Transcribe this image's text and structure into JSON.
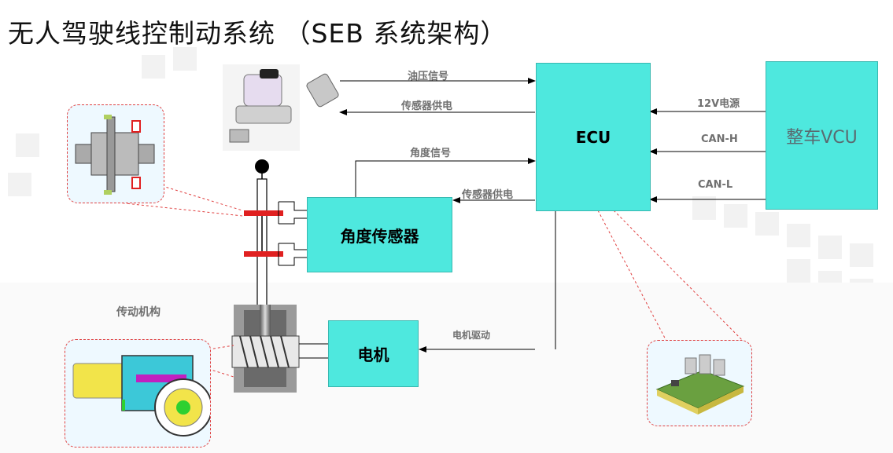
{
  "title": "无人驾驶线控制动系统   （SEB 系统架构）",
  "blocks": {
    "ecu": "ECU",
    "vcu": "整车VCU",
    "angle_sensor": "角度传感器",
    "motor": "电机"
  },
  "signals": {
    "oil_pressure": "油压信号",
    "sensor_power_top": "传感器供电",
    "angle_signal": "角度信号",
    "sensor_power_mid": "传感器供电",
    "power_12v": "12V电源",
    "can_h": "CAN-H",
    "can_l": "CAN-L",
    "motor_drive": "电机驱动"
  },
  "captions": {
    "transmission": "传动机构"
  },
  "colors": {
    "block_fill": "#4ee8de",
    "callout_border": "#e04040",
    "disc": "#e02020"
  }
}
